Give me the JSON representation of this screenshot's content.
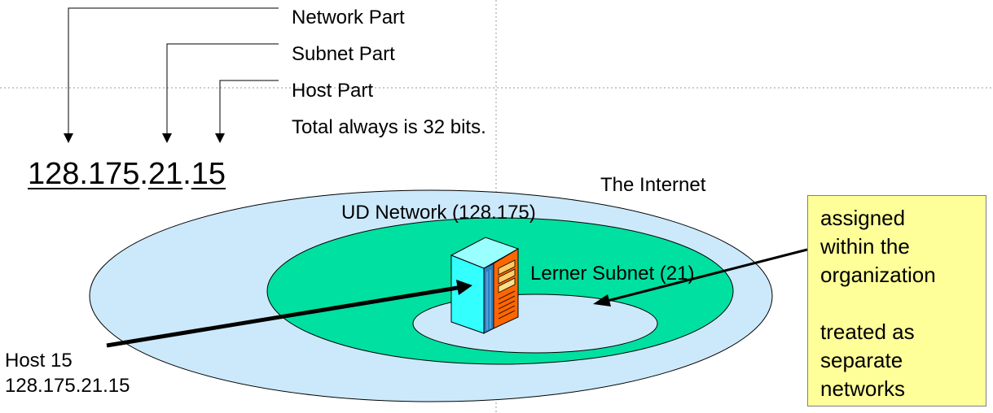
{
  "labels": {
    "network_part": "Network Part",
    "subnet_part": "Subnet Part",
    "host_part": "Host Part",
    "total_bits": "Total always is 32 bits.",
    "internet": "The Internet",
    "ud_network": "UD Network (128.175)",
    "lerner_subnet": "Lerner Subnet (21)",
    "host_name": "Host 15",
    "host_address": "128.175.21.15"
  },
  "ip_address": {
    "network": "128.175",
    "dot1": ".",
    "subnet": "21",
    "dot2": ".",
    "host": "15"
  },
  "note": {
    "lines_group1": [
      "assigned",
      "within the",
      "organization"
    ],
    "lines_group2": [
      "treated as",
      "separate",
      "networks"
    ]
  },
  "colors": {
    "internet_fill": "#cce9fb",
    "network_fill": "#00e0a0",
    "subnet_fill": "#cce9fb",
    "note_fill": "#ffff99",
    "server_front": "#33ffff",
    "server_side": "#ff6600"
  },
  "icons": {
    "server": "server-tower-icon"
  }
}
